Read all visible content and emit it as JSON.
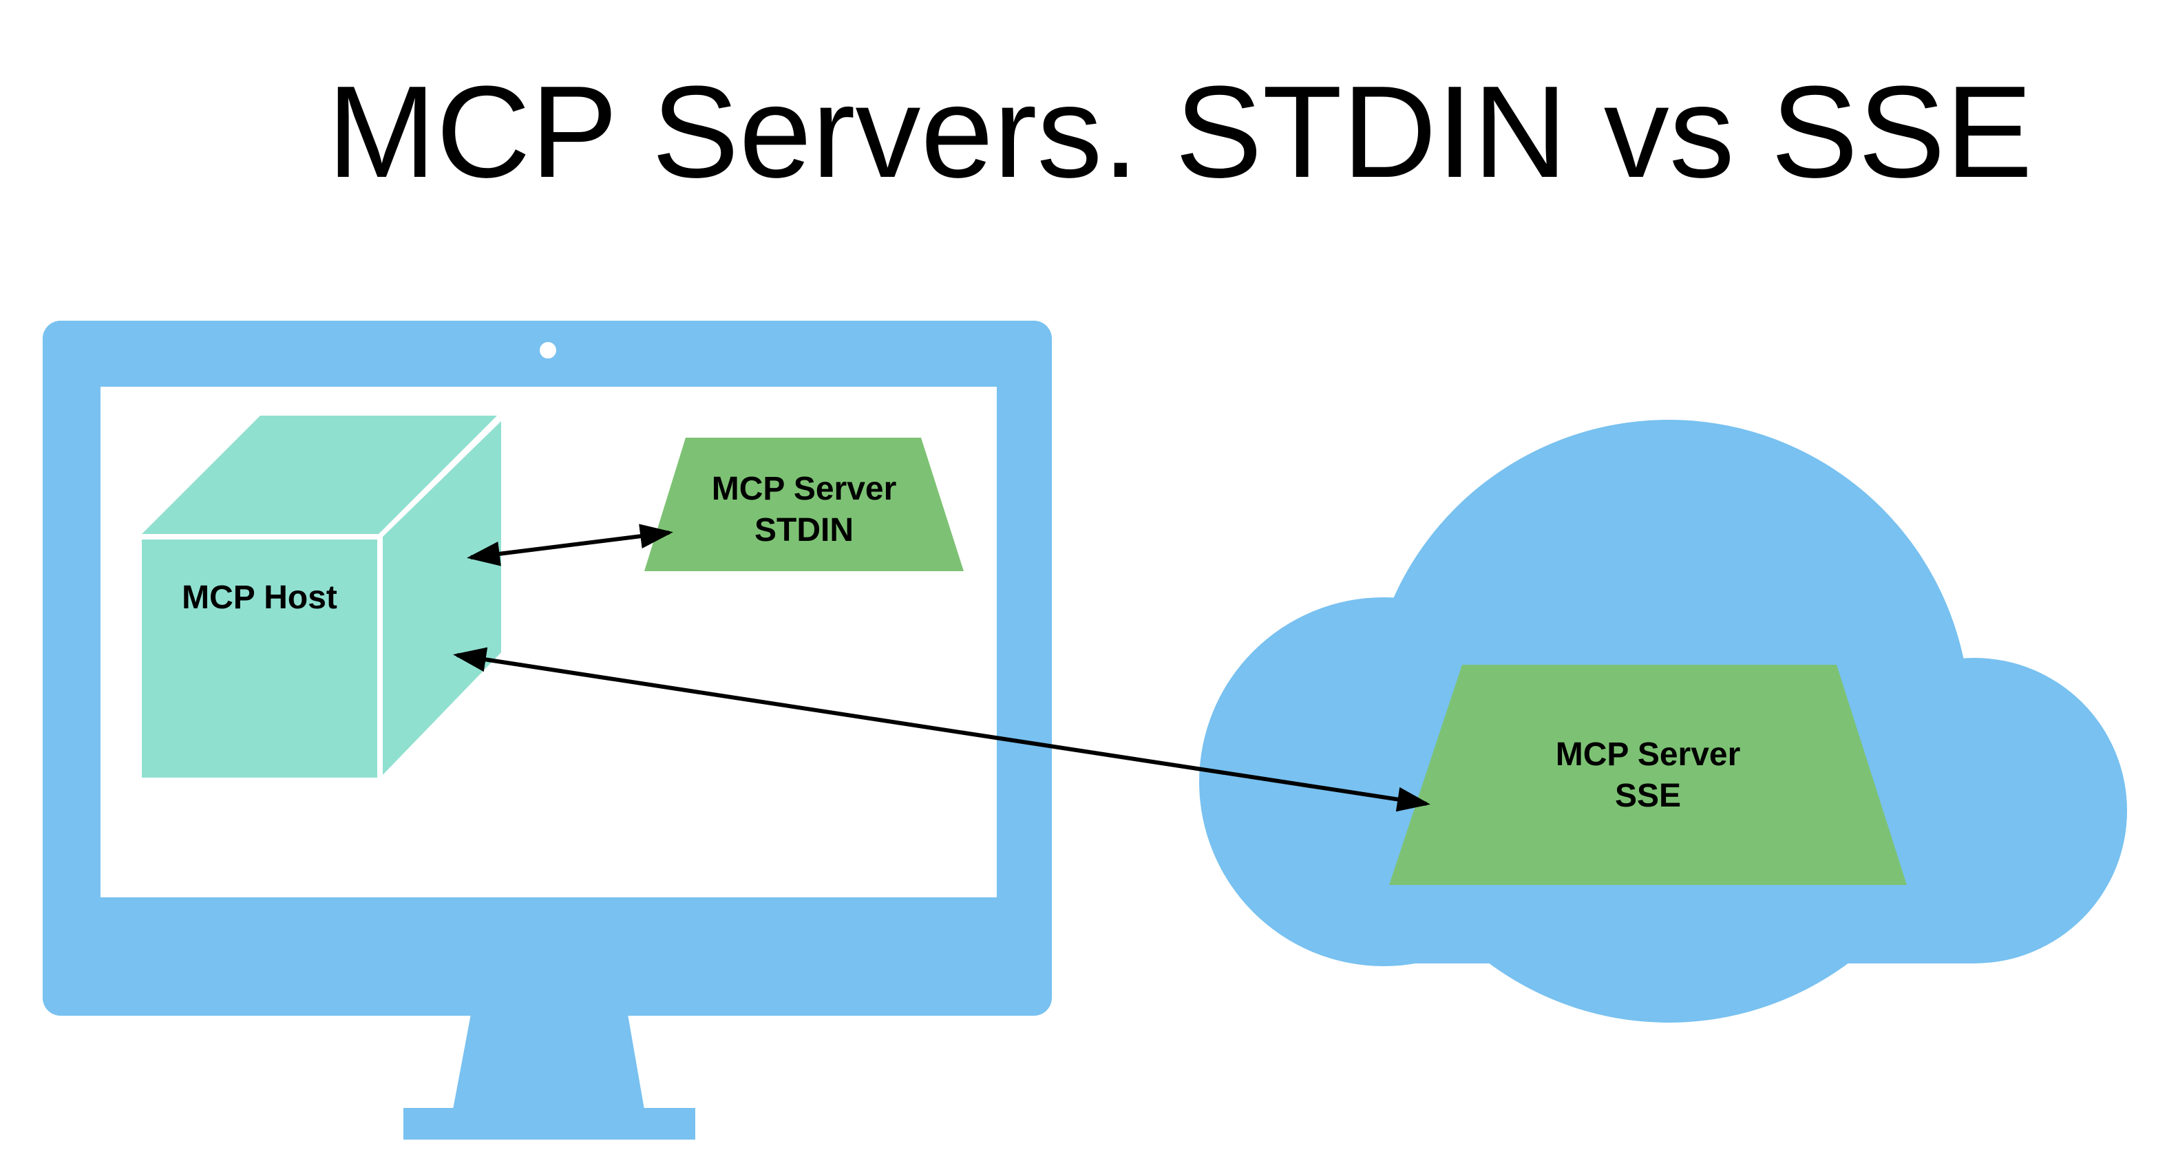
{
  "title": "MCP Servers. STDIN vs SSE",
  "nodes": {
    "host": {
      "label": "MCP Host"
    },
    "stdin_server": {
      "line1": "MCP Server",
      "line2": "STDIN"
    },
    "sse_server": {
      "line1": "MCP Server",
      "line2": "SSE"
    }
  },
  "colors": {
    "monitor": "#78C1F0",
    "screen": "#FFFFFF",
    "cloud": "#78C1F0",
    "host_cube": "#90E0D0",
    "server": "#7DC274",
    "arrow": "#000000",
    "text": "#000000"
  }
}
